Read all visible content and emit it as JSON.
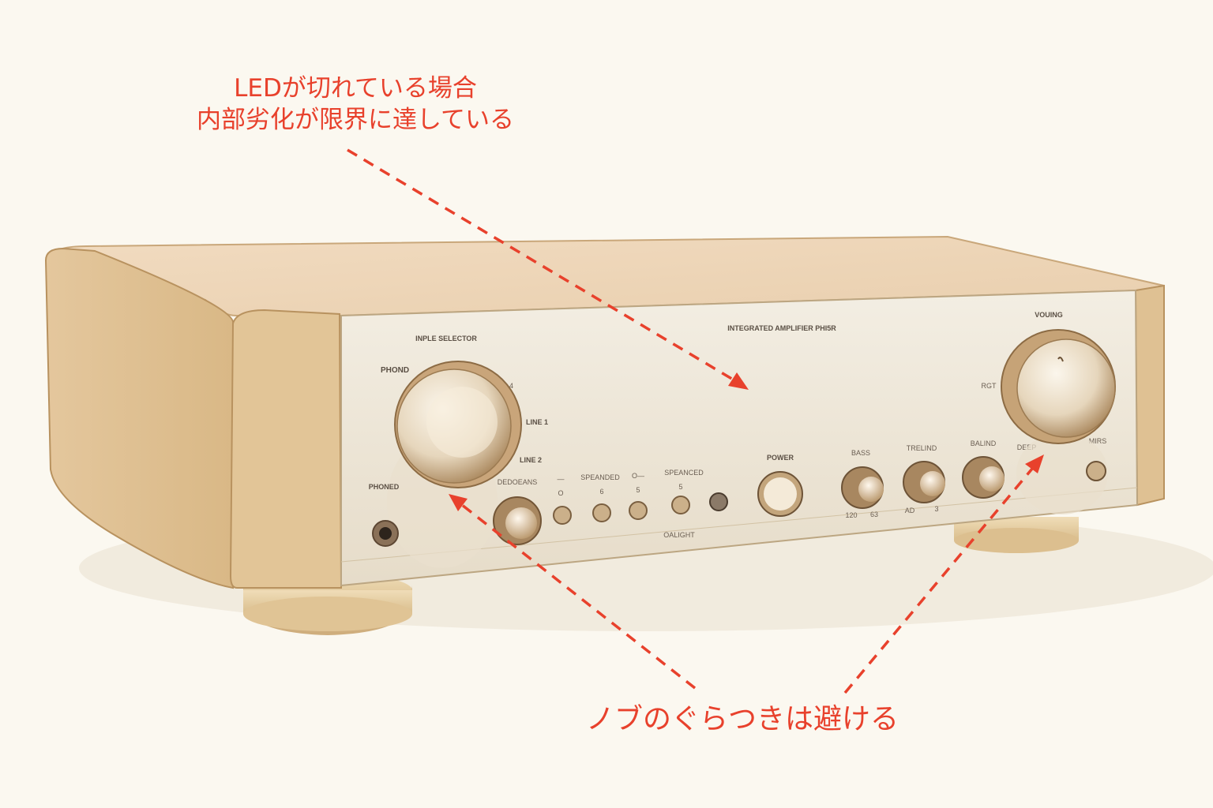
{
  "annotations": {
    "led_note_line1": "LEDが切れている場合",
    "led_note_line2": "内部劣化が限界に達している",
    "knob_note": "ノブのぐらつきは避ける"
  },
  "amplifier": {
    "model_label": "INTEGRATED AMPLIFIER PHI5R",
    "input_selector_label": "INPLE SELECTOR",
    "input_positions": [
      "PHOND",
      "4",
      "LINE 1",
      "LINE 2"
    ],
    "phones_label": "PHONED",
    "small_knob_label": "DEDOEANS",
    "button_group_labels": [
      "—",
      "SPEANDED",
      "O—",
      "SPEANCED"
    ],
    "button_values": [
      "O",
      "6",
      "5",
      "5"
    ],
    "bottom_label": "OALIGHT",
    "power_label": "POWER",
    "tone_labels": [
      "BASS",
      "TRELIND",
      "BALIND"
    ],
    "tone_scale": [
      "120",
      "63",
      "AD",
      "3"
    ],
    "volume_label": "VOUING",
    "volume_marks": [
      "RGT",
      "DEEP",
      "MIRS"
    ]
  },
  "colors": {
    "annotation": "#e8412c",
    "chassis": "#e7cfa8",
    "faceplate": "#efe9dc"
  }
}
